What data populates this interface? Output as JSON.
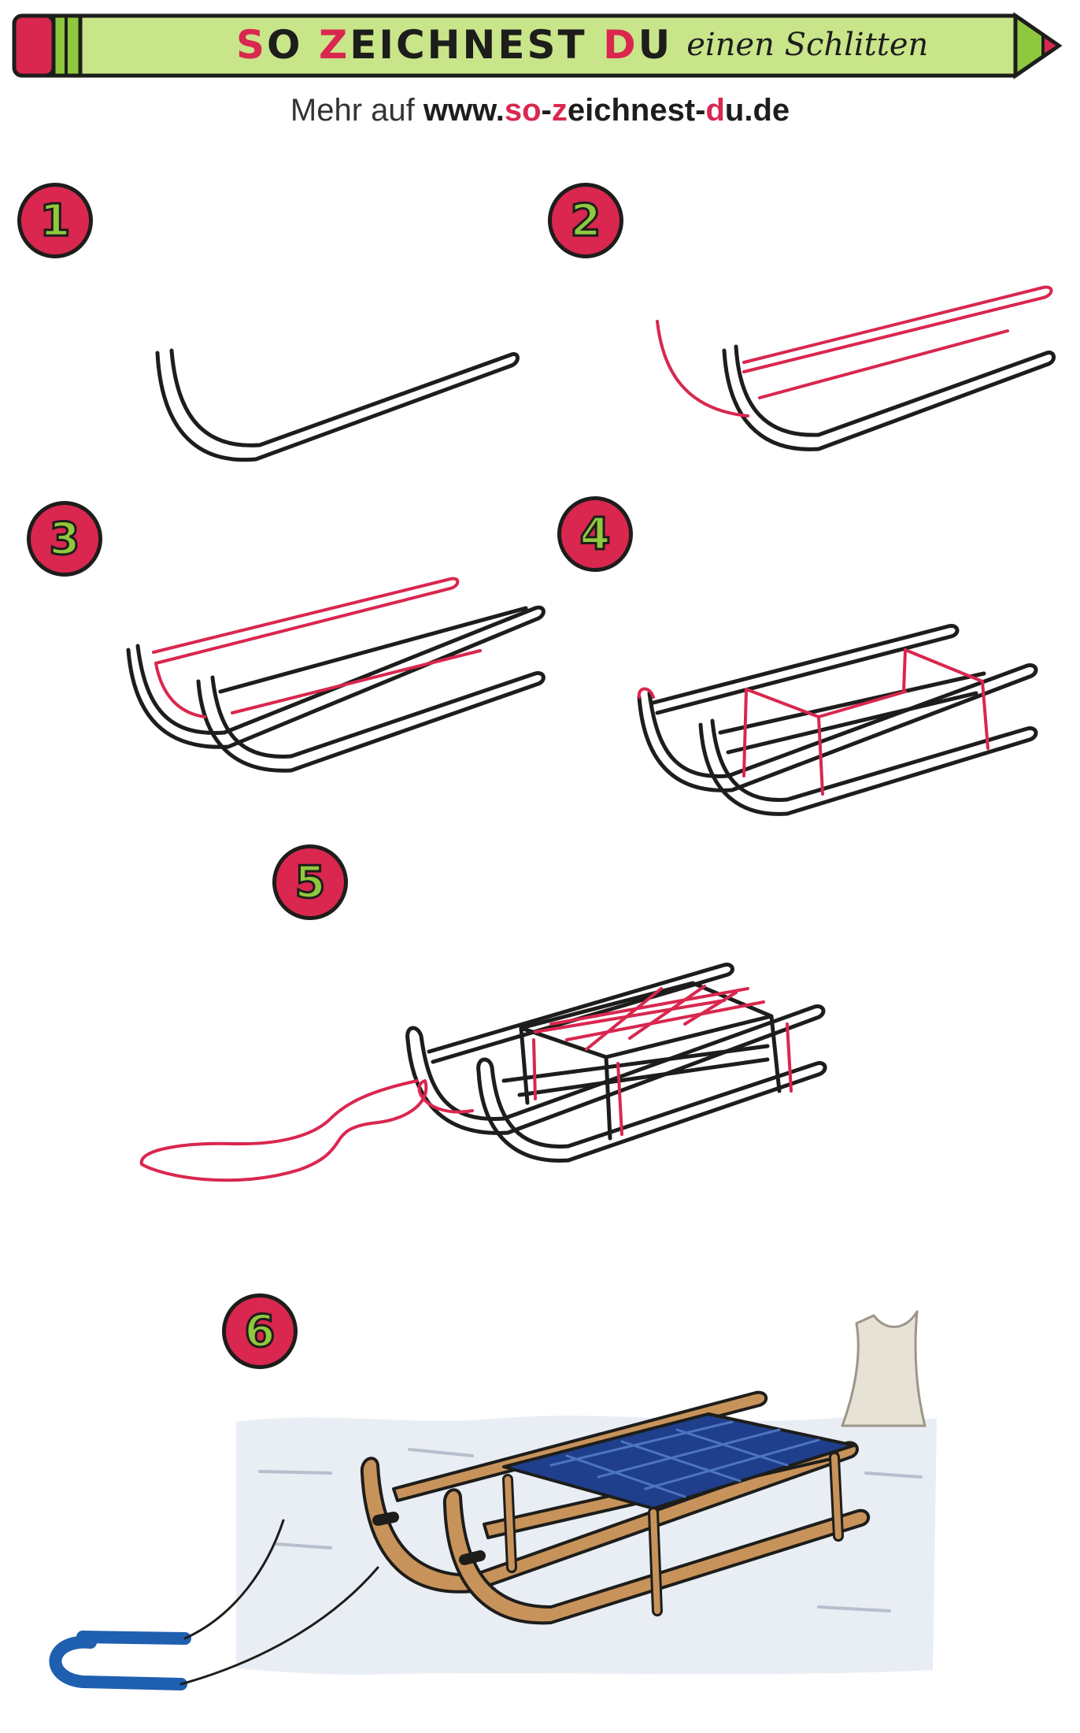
{
  "header": {
    "title_part1_cap": "S",
    "title_part1_rest": "O",
    "title_part2_cap": "Z",
    "title_part2_rest": "EICHNEST",
    "title_part3_cap": "D",
    "title_part3_rest": "U",
    "title_suffix": "einen Schlitten",
    "subtitle_prefix": "Mehr auf",
    "url_part1": "www.",
    "url_part2": "so",
    "url_part3": "-",
    "url_part4": "z",
    "url_part5": "eichnest-",
    "url_part6": "d",
    "url_part7": "u.de"
  },
  "steps": [
    {
      "number": "1"
    },
    {
      "number": "2"
    },
    {
      "number": "3"
    },
    {
      "number": "4"
    },
    {
      "number": "5"
    },
    {
      "number": "6"
    }
  ],
  "colors": {
    "accent_red": "#d9274f",
    "pencil_green": "#c9e58a",
    "badge_digit": "#8fc83e",
    "ink": "#1d1d1b",
    "sled_wood": "#c8935a",
    "seat_blue": "#1f3f8c",
    "snow": "#e9edf4"
  }
}
